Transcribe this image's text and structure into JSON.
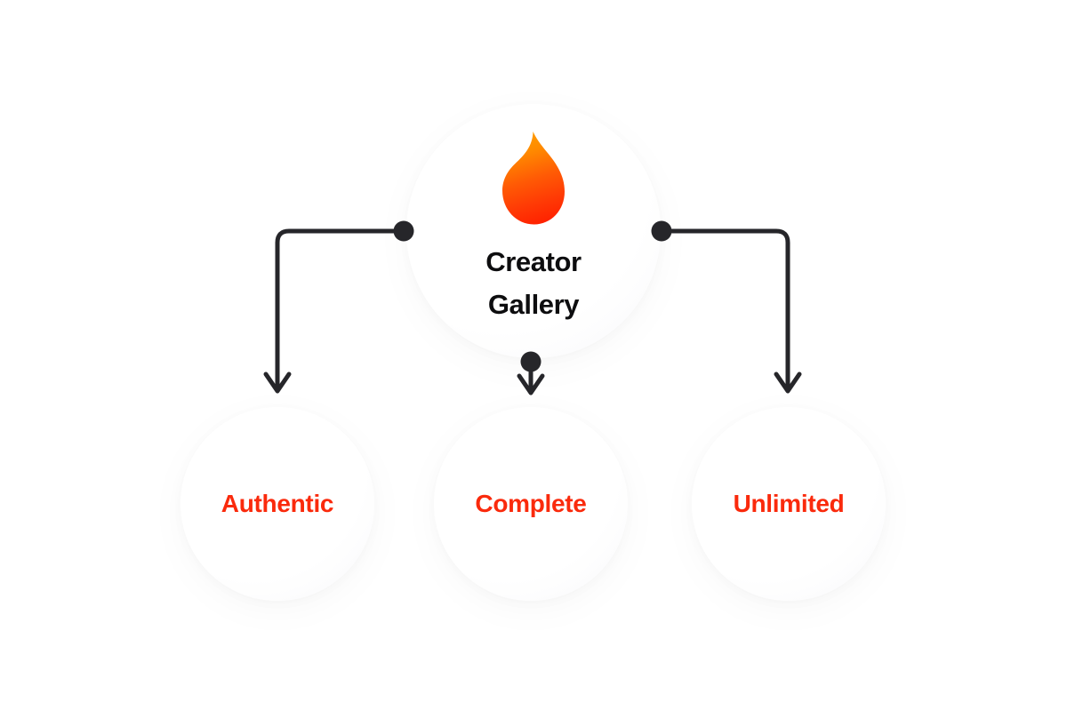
{
  "diagram": {
    "type": "hub-and-spoke",
    "background_color": "#ffffff",
    "hub": {
      "id": "creator-gallery",
      "title_line_1": "Creator",
      "title_line_2": "Gallery",
      "title_color": "#0d0d0f",
      "icon": "flame-icon",
      "icon_gradient_top": "#ff9100",
      "icon_gradient_bottom": "#ff2800",
      "circle_fill": "#ffffff"
    },
    "branches": [
      {
        "id": "authentic",
        "label": "Authentic",
        "label_color": "#fa2a0c",
        "direction": "left",
        "connector": {
          "start_dot": true,
          "elbow": true,
          "arrowhead": "down-chevron",
          "stroke_color": "#26262a"
        }
      },
      {
        "id": "complete",
        "label": "Complete",
        "label_color": "#fa2a0c",
        "direction": "down",
        "connector": {
          "start_dot": true,
          "elbow": false,
          "arrowhead": "down-chevron",
          "stroke_color": "#26262a"
        }
      },
      {
        "id": "unlimited",
        "label": "Unlimited",
        "label_color": "#fa2a0c",
        "direction": "right",
        "connector": {
          "start_dot": true,
          "elbow": true,
          "arrowhead": "down-chevron",
          "stroke_color": "#26262a"
        }
      }
    ]
  }
}
